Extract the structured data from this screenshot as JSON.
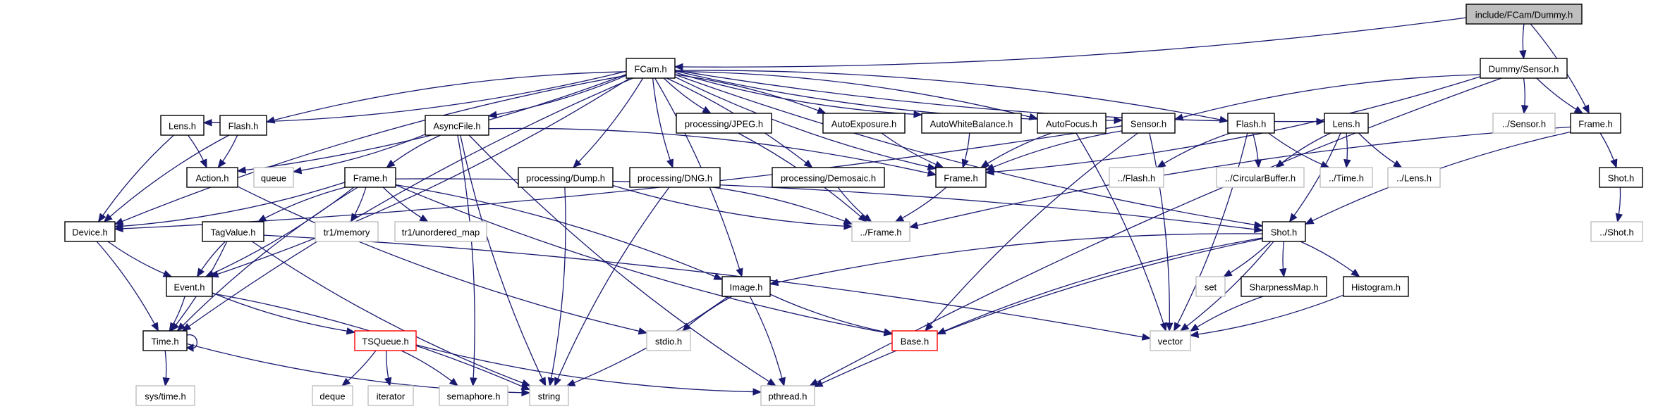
{
  "title": "include/FCam/Dummy.h include dependency graph",
  "colors": {
    "edge": "#191970",
    "node_border": "#000000",
    "external_border": "#bfbfbf",
    "root_fill": "#bfbfbf",
    "missing_border": "#ff0000"
  },
  "nodes": [
    {
      "id": "dummy",
      "label": "include/FCam/Dummy.h",
      "kind": "root"
    },
    {
      "id": "fcam",
      "label": "FCam.h",
      "kind": "normal"
    },
    {
      "id": "dsensor",
      "label": "Dummy/Sensor.h",
      "kind": "normal"
    },
    {
      "id": "lens1",
      "label": "Lens.h",
      "kind": "normal"
    },
    {
      "id": "flash1",
      "label": "Flash.h",
      "kind": "normal"
    },
    {
      "id": "asyncfile",
      "label": "AsyncFile.h",
      "kind": "normal"
    },
    {
      "id": "jpeg",
      "label": "processing/JPEG.h",
      "kind": "normal"
    },
    {
      "id": "autoexp",
      "label": "AutoExposure.h",
      "kind": "normal"
    },
    {
      "id": "awb",
      "label": "AutoWhiteBalance.h",
      "kind": "normal"
    },
    {
      "id": "autofocus",
      "label": "AutoFocus.h",
      "kind": "normal"
    },
    {
      "id": "sensor",
      "label": "Sensor.h",
      "kind": "normal"
    },
    {
      "id": "flash2",
      "label": "Flash.h",
      "kind": "normal"
    },
    {
      "id": "lens2",
      "label": "Lens.h",
      "kind": "normal"
    },
    {
      "id": "dsensor_sensor",
      "label": "../Sensor.h",
      "kind": "external"
    },
    {
      "id": "frame3",
      "label": "Frame.h",
      "kind": "normal"
    },
    {
      "id": "action",
      "label": "Action.h",
      "kind": "normal"
    },
    {
      "id": "queue",
      "label": "queue",
      "kind": "external"
    },
    {
      "id": "frame1",
      "label": "Frame.h",
      "kind": "normal"
    },
    {
      "id": "dump",
      "label": "processing/Dump.h",
      "kind": "normal"
    },
    {
      "id": "dng",
      "label": "processing/DNG.h",
      "kind": "normal"
    },
    {
      "id": "demosaic",
      "label": "processing/Demosaic.h",
      "kind": "normal"
    },
    {
      "id": "frame2",
      "label": "Frame.h",
      "kind": "normal"
    },
    {
      "id": "xflash",
      "label": "../Flash.h",
      "kind": "external"
    },
    {
      "id": "circbuf",
      "label": "../CircularBuffer.h",
      "kind": "external"
    },
    {
      "id": "xtime",
      "label": "../Time.h",
      "kind": "external"
    },
    {
      "id": "xlens",
      "label": "../Lens.h",
      "kind": "external"
    },
    {
      "id": "shot2",
      "label": "Shot.h",
      "kind": "normal"
    },
    {
      "id": "device",
      "label": "Device.h",
      "kind": "normal"
    },
    {
      "id": "tagvalue",
      "label": "TagValue.h",
      "kind": "normal"
    },
    {
      "id": "tr1mem",
      "label": "tr1/memory",
      "kind": "external"
    },
    {
      "id": "tr1map",
      "label": "tr1/unordered_map",
      "kind": "external"
    },
    {
      "id": "xframe",
      "label": "../Frame.h",
      "kind": "external"
    },
    {
      "id": "shot1",
      "label": "Shot.h",
      "kind": "normal"
    },
    {
      "id": "xshot",
      "label": "../Shot.h",
      "kind": "external"
    },
    {
      "id": "event",
      "label": "Event.h",
      "kind": "normal"
    },
    {
      "id": "image",
      "label": "Image.h",
      "kind": "normal"
    },
    {
      "id": "set",
      "label": "set",
      "kind": "external"
    },
    {
      "id": "sharp",
      "label": "SharpnessMap.h",
      "kind": "normal"
    },
    {
      "id": "histo",
      "label": "Histogram.h",
      "kind": "normal"
    },
    {
      "id": "time",
      "label": "Time.h",
      "kind": "normal"
    },
    {
      "id": "tsqueue",
      "label": "TSQueue.h",
      "kind": "missing"
    },
    {
      "id": "stdio",
      "label": "stdio.h",
      "kind": "external"
    },
    {
      "id": "base",
      "label": "Base.h",
      "kind": "missing"
    },
    {
      "id": "vector",
      "label": "vector",
      "kind": "external"
    },
    {
      "id": "systime",
      "label": "sys/time.h",
      "kind": "external"
    },
    {
      "id": "deque",
      "label": "deque",
      "kind": "external"
    },
    {
      "id": "iterator",
      "label": "iterator",
      "kind": "external"
    },
    {
      "id": "semaphore",
      "label": "semaphore.h",
      "kind": "external"
    },
    {
      "id": "string",
      "label": "string",
      "kind": "external"
    },
    {
      "id": "pthread",
      "label": "pthread.h",
      "kind": "external"
    }
  ],
  "edges": [
    [
      "dummy",
      "fcam"
    ],
    [
      "dummy",
      "dsensor"
    ],
    [
      "dummy",
      "frame3"
    ],
    [
      "dsensor",
      "sensor"
    ],
    [
      "dsensor",
      "dsensor_sensor"
    ],
    [
      "dsensor",
      "frame3"
    ],
    [
      "dsensor",
      "frame2"
    ],
    [
      "dsensor",
      "pthread"
    ],
    [
      "fcam",
      "lens1"
    ],
    [
      "fcam",
      "flash1"
    ],
    [
      "fcam",
      "asyncfile"
    ],
    [
      "fcam",
      "jpeg"
    ],
    [
      "fcam",
      "autoexp"
    ],
    [
      "fcam",
      "awb"
    ],
    [
      "fcam",
      "autofocus"
    ],
    [
      "fcam",
      "sensor"
    ],
    [
      "fcam",
      "flash2"
    ],
    [
      "fcam",
      "lens2"
    ],
    [
      "fcam",
      "action"
    ],
    [
      "fcam",
      "frame2"
    ],
    [
      "fcam",
      "dump"
    ],
    [
      "fcam",
      "dng"
    ],
    [
      "fcam",
      "demosaic"
    ],
    [
      "fcam",
      "device"
    ],
    [
      "fcam",
      "event"
    ],
    [
      "fcam",
      "time"
    ],
    [
      "fcam",
      "image"
    ],
    [
      "fcam",
      "shot1"
    ],
    [
      "lens1",
      "action"
    ],
    [
      "lens1",
      "device"
    ],
    [
      "flash1",
      "action"
    ],
    [
      "flash1",
      "device"
    ],
    [
      "asyncfile",
      "queue"
    ],
    [
      "asyncfile",
      "frame1"
    ],
    [
      "asyncfile",
      "frame2"
    ],
    [
      "asyncfile",
      "string"
    ],
    [
      "asyncfile",
      "semaphore"
    ],
    [
      "asyncfile",
      "pthread"
    ],
    [
      "jpeg",
      "xframe"
    ],
    [
      "autoexp",
      "frame2"
    ],
    [
      "awb",
      "frame2"
    ],
    [
      "autofocus",
      "frame2"
    ],
    [
      "autofocus",
      "vector"
    ],
    [
      "sensor",
      "frame2"
    ],
    [
      "sensor",
      "device"
    ],
    [
      "sensor",
      "base"
    ],
    [
      "sensor",
      "vector"
    ],
    [
      "flash2",
      "xflash"
    ],
    [
      "flash2",
      "circbuf"
    ],
    [
      "flash2",
      "xtime"
    ],
    [
      "flash2",
      "vector"
    ],
    [
      "lens2",
      "circbuf"
    ],
    [
      "lens2",
      "xtime"
    ],
    [
      "lens2",
      "xlens"
    ],
    [
      "lens2",
      "shot1"
    ],
    [
      "frame3",
      "xframe"
    ],
    [
      "frame3",
      "shot2"
    ],
    [
      "frame3",
      "shot1"
    ],
    [
      "shot2",
      "xshot"
    ],
    [
      "action",
      "stdio"
    ],
    [
      "frame1",
      "device"
    ],
    [
      "frame1",
      "tagvalue"
    ],
    [
      "frame1",
      "tr1mem"
    ],
    [
      "frame1",
      "tr1map"
    ],
    [
      "frame1",
      "event"
    ],
    [
      "frame1",
      "time"
    ],
    [
      "frame1",
      "image"
    ],
    [
      "frame1",
      "base"
    ],
    [
      "frame1",
      "shot1"
    ],
    [
      "dump",
      "xframe"
    ],
    [
      "dump",
      "string"
    ],
    [
      "dng",
      "string"
    ],
    [
      "dng",
      "xframe"
    ],
    [
      "demosaic",
      "xframe"
    ],
    [
      "frame2",
      "xframe"
    ],
    [
      "device",
      "event"
    ],
    [
      "device",
      "time"
    ],
    [
      "tagvalue",
      "event"
    ],
    [
      "tagvalue",
      "time"
    ],
    [
      "tagvalue",
      "string"
    ],
    [
      "tagvalue",
      "vector"
    ],
    [
      "shot1",
      "image"
    ],
    [
      "shot1",
      "set"
    ],
    [
      "shot1",
      "sharp"
    ],
    [
      "shot1",
      "histo"
    ],
    [
      "shot1",
      "base"
    ],
    [
      "shot1",
      "vector"
    ],
    [
      "shot1",
      "pthread"
    ],
    [
      "event",
      "time"
    ],
    [
      "event",
      "tsqueue"
    ],
    [
      "event",
      "string"
    ],
    [
      "image",
      "stdio"
    ],
    [
      "image",
      "string"
    ],
    [
      "image",
      "base"
    ],
    [
      "image",
      "pthread"
    ],
    [
      "sharp",
      "vector"
    ],
    [
      "histo",
      "vector"
    ],
    [
      "time",
      "time"
    ],
    [
      "time",
      "systime"
    ],
    [
      "time",
      "string"
    ],
    [
      "tsqueue",
      "deque"
    ],
    [
      "tsqueue",
      "iterator"
    ],
    [
      "tsqueue",
      "semaphore"
    ],
    [
      "tsqueue",
      "pthread"
    ]
  ]
}
